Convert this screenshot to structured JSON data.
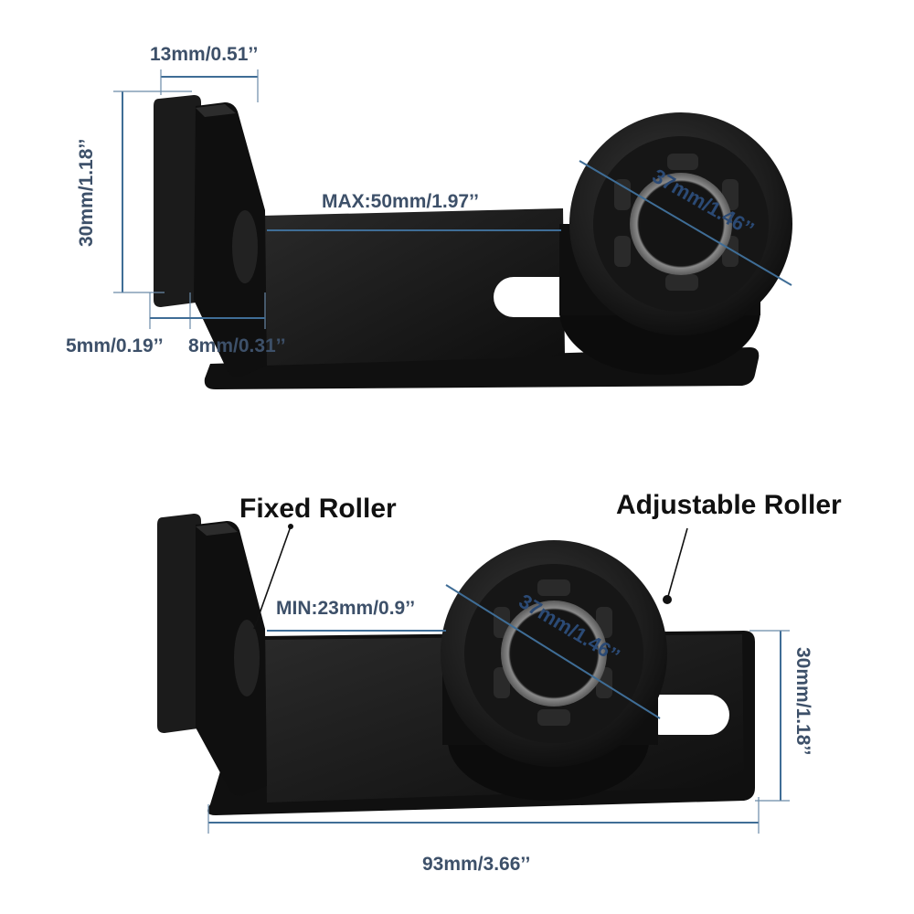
{
  "colors": {
    "steel": "#141414",
    "steel_edge": "#2a2a2a",
    "dimension_line": "#3f6d96",
    "dimension_text": "#3d5069",
    "callout_text": "#111111",
    "background": "#ffffff"
  },
  "top_view": {
    "dim_top_width": "13mm/0.51’’",
    "dim_height": "30mm/1.18’’",
    "dim_max_gap": "MAX:50mm/1.97’’",
    "dim_wheel": "37mm/1.46’’",
    "dim_thickness_a": "5mm/0.19’’",
    "dim_thickness_b": "8mm/0.31’’"
  },
  "bottom_view": {
    "callout_fixed": "Fixed Roller",
    "callout_adjustable": "Adjustable Roller",
    "dim_min_gap": "MIN:23mm/0.9’’",
    "dim_wheel": "37mm/1.46’’",
    "dim_height": "30mm/1.18’’",
    "dim_length": "93mm/3.66’’"
  }
}
